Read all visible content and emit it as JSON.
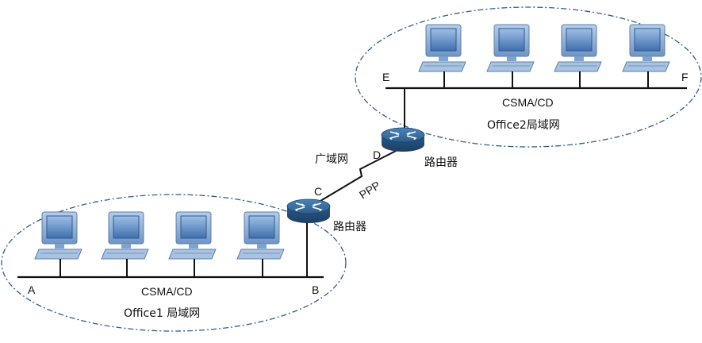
{
  "lans": [
    {
      "id": "office1",
      "protocol": "CSMA/CD",
      "name": "Office1 局域网",
      "left_endpoint": "A",
      "right_endpoint": "B",
      "computers": 4
    },
    {
      "id": "office2",
      "protocol": "CSMA/CD",
      "name": "Office2局域网",
      "left_endpoint": "E",
      "right_endpoint": "F",
      "computers": 4
    }
  ],
  "routers": [
    {
      "id": "router1",
      "port": "C",
      "label": "路由器"
    },
    {
      "id": "router2",
      "port": "D",
      "label": "路由器"
    }
  ],
  "wan": {
    "label": "广域网",
    "link_protocol": "PPP"
  },
  "colors": {
    "ellipse": "#2e5e8e",
    "router_body": "#2a5a86",
    "router_top": "#3f77a8",
    "monitor_frame": "#7fa3cf",
    "monitor_screen": "#4a78b5"
  },
  "icons": {
    "computer": "desktop-computer-icon",
    "router": "router-icon"
  }
}
